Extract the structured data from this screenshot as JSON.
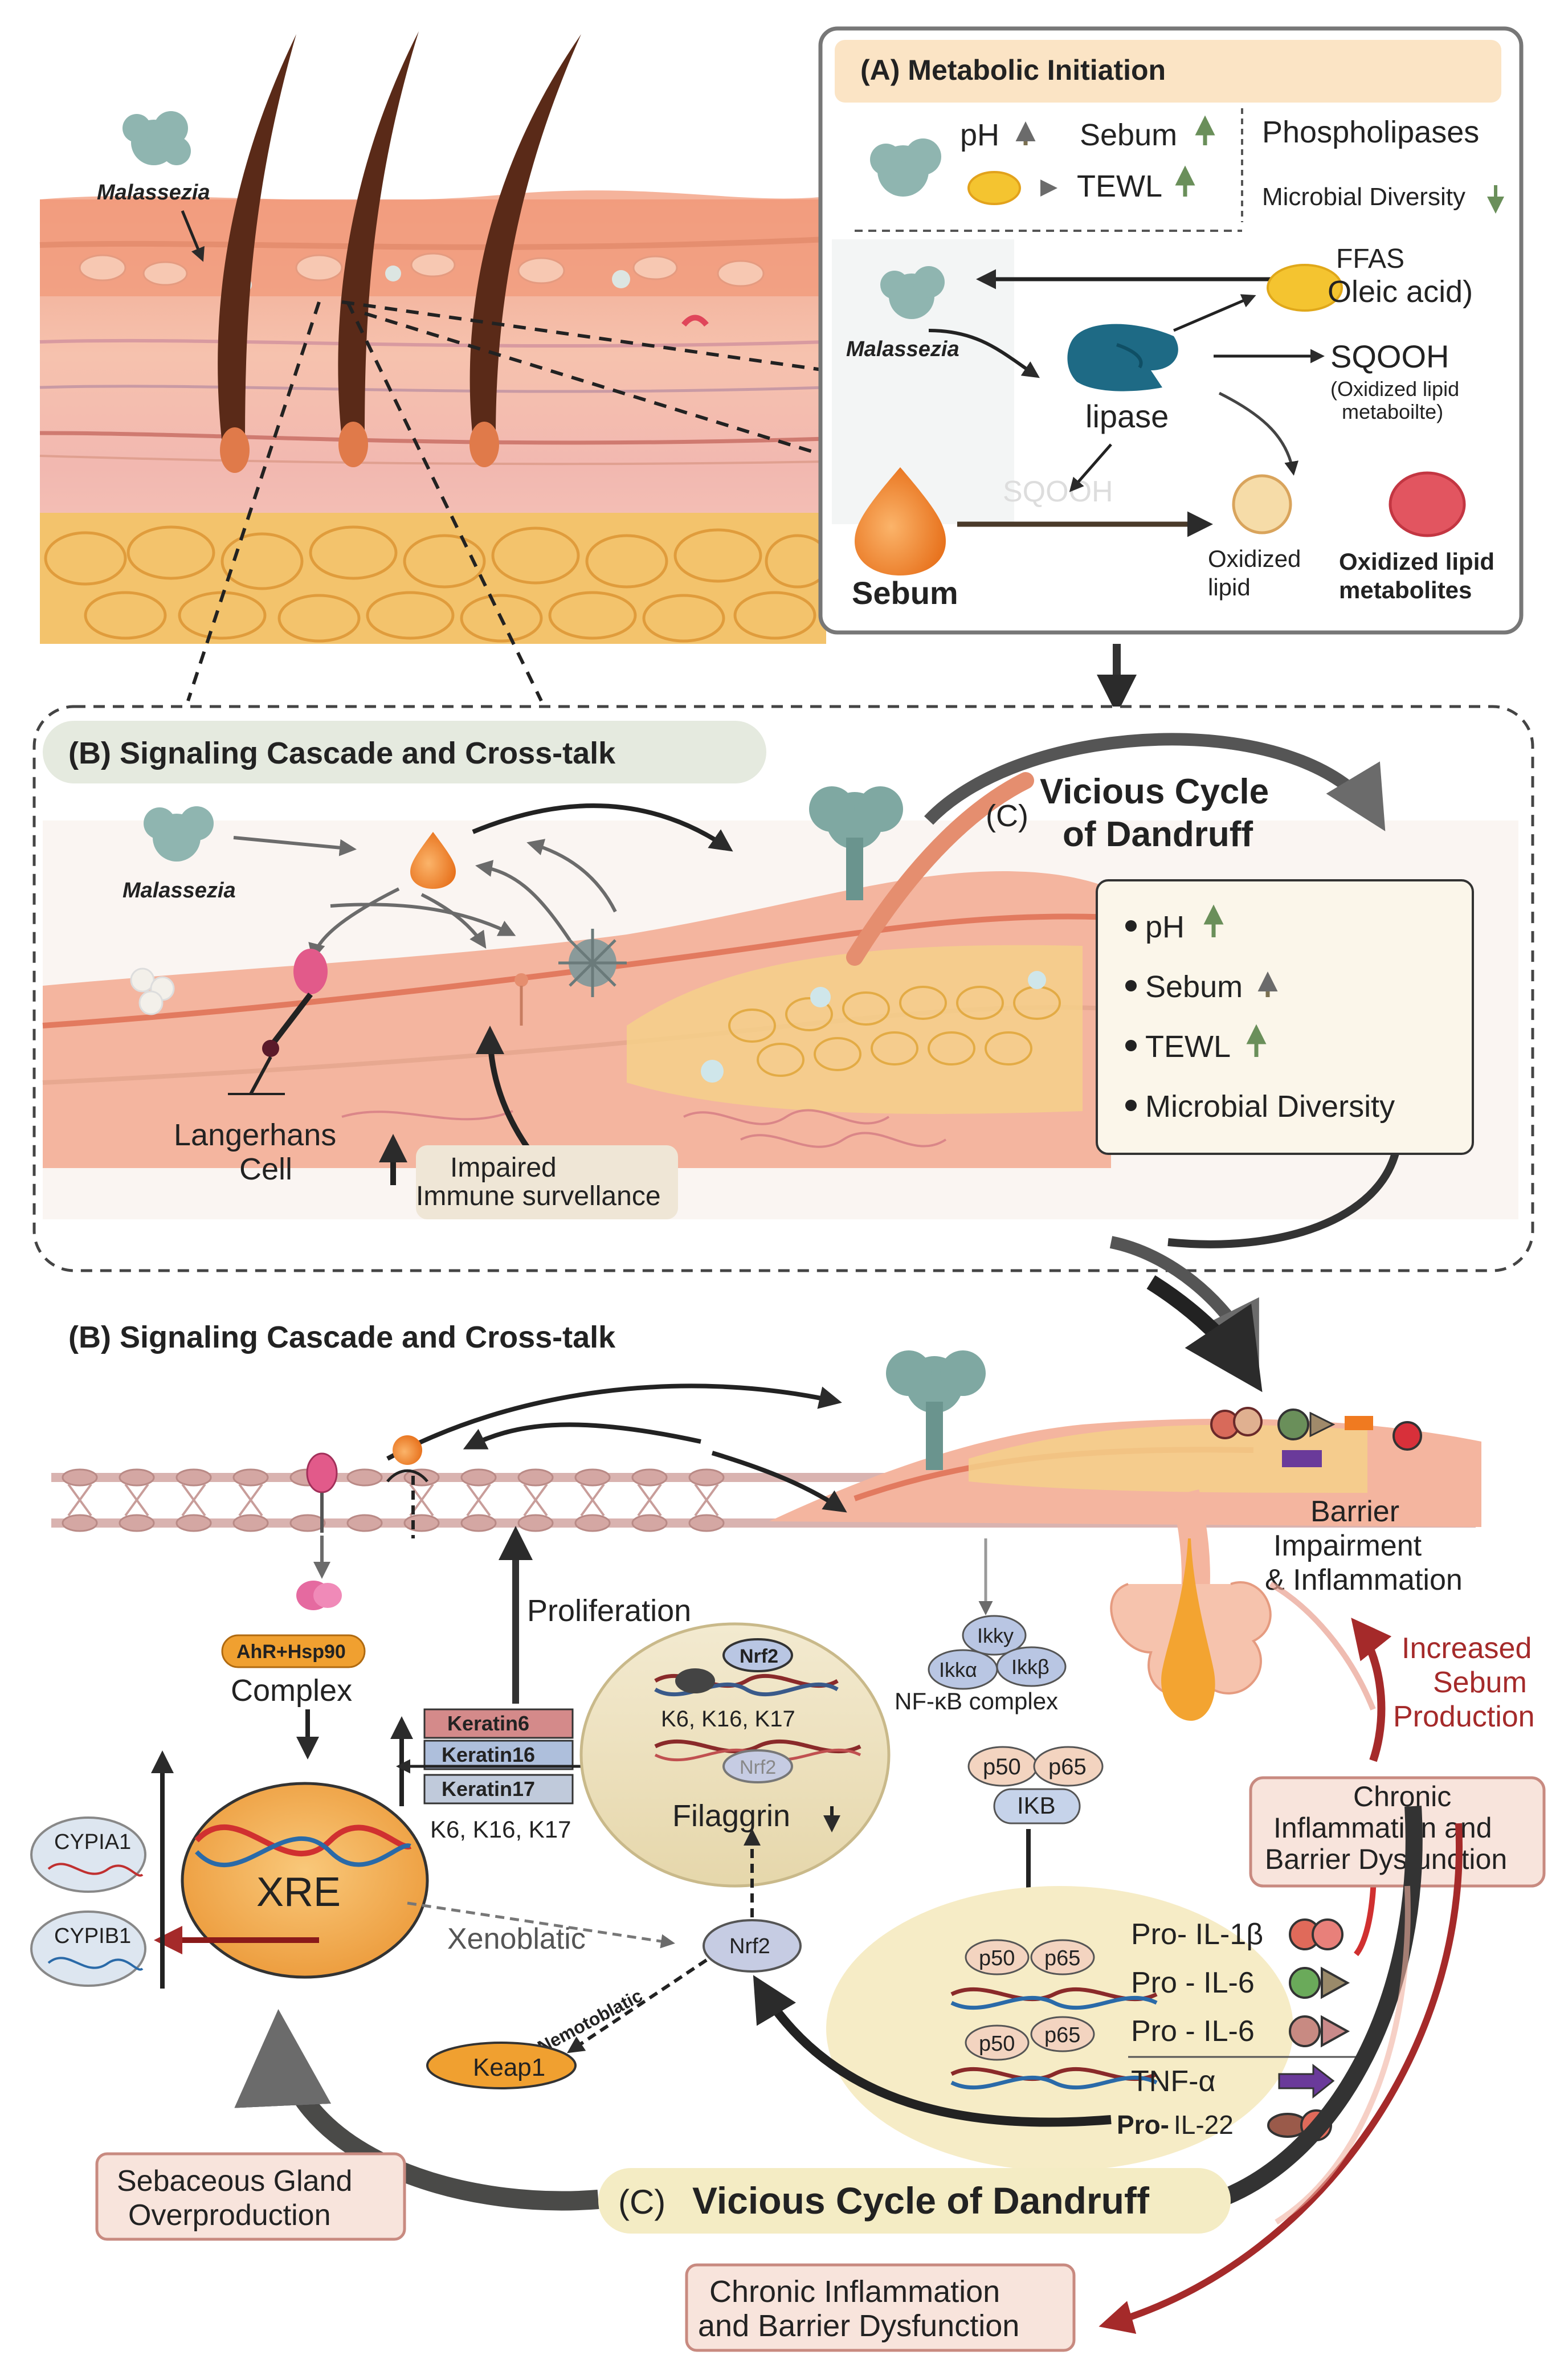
{
  "panel_a": {
    "title": "(A) Metabolic Initiation",
    "metrics": {
      "ph": "pH",
      "sebum": "Sebum",
      "tewl": "TEWL",
      "phospholipases": "Phospholipases",
      "microbial_diversity": "Microbial Diversity"
    },
    "malassezia": "Malassezia",
    "lipase": "lipase",
    "ffas": "FFAS",
    "oleic_acid": "Oleic acid)",
    "sqooh": "SQOOH",
    "sqooh_note_1": "(Oxidized lipid",
    "sqooh_note_2": "metaboilte)",
    "faint_text": "SQOOH",
    "sebum": "Sebum",
    "oxidized_lipid_1": "Oxidized",
    "oxidized_lipid_2": "lipid",
    "oxidized_metabolites_1": "Oxidized lipid",
    "oxidized_metabolites_2": "metabolites"
  },
  "skin_top": {
    "malassezia": "Malassezia"
  },
  "panel_b1": {
    "title": "(B) Signaling Cascade and Cross-talk",
    "malassezia": "Malassezia",
    "langerhans_1": "Langerhans",
    "langerhans_2": "Cell",
    "impaired_1": "Impaired",
    "impaired_2": "Immune survellance"
  },
  "panel_c1": {
    "title_prefix": "(C)",
    "title_1": "Vicious Cycle",
    "title_2": "of Dandruff",
    "items": [
      "pH",
      "Sebum",
      "TEWL",
      "Microbial Diversity"
    ]
  },
  "panel_b2": {
    "title": "(B) Signaling Cascade and Cross-talk",
    "ahr": "AhR+Hsp90",
    "complex": "Complex",
    "proliferation": "Proliferation",
    "keratins": [
      "Keratin6",
      "Keratin16",
      "Keratin17"
    ],
    "k_caption": "K6, K16, K17",
    "nucleus_nrf2": "Nrf2",
    "nucleus_k": "K6, K16, K17",
    "nucleus_nrf2_faint": "Nrf2",
    "filaggrin": "Filaggrin",
    "xre": "XRE",
    "cyp1a1": "CYPIA1",
    "cyp1b1": "CYPIB1",
    "xenoblatic": "Xenoblatic",
    "nemotoblatic": "Nemotoblatic",
    "keap1": "Keap1",
    "nrf2": "Nrf2",
    "ikky": "Ikky",
    "ikka": "Ikkα",
    "ikkb": "Ikkβ",
    "nfkb": "NF-κB complex",
    "p50": "p50",
    "p65": "p65",
    "ikb": "IKB",
    "barrier_1": "Barrier",
    "barrier_2": "Impairment",
    "barrier_3": "& Inflammation",
    "sebum_prod_1": "Increased",
    "sebum_prod_2": "Sebum",
    "sebum_prod_3": "Production",
    "chronic_box_1": "Chronic",
    "chronic_box_2": "Inflammation and",
    "chronic_box_3": "Barrier Dysfunction",
    "cytokines": [
      "Pro- IL-1β",
      "Pro - IL-6",
      "Pro - IL-6",
      "TNF-α"
    ],
    "il22_bold": "Pro-",
    "il22_rest": " IL-22",
    "sebaceous_1": "Sebaceous Gland",
    "sebaceous_2": "Overproduction",
    "cycle_prefix": "(C)",
    "cycle_title": "Vicious Cycle of Dandruff",
    "chronic_bottom_1": "Chronic Inflammation",
    "chronic_bottom_2": "and Barrier Dysfunction"
  },
  "colors": {
    "arrow_dark": "#2b2b2b",
    "arrow_grey": "#6b6b6b",
    "red_arrow": "#a52a2a",
    "skin_pink": "#f3b4a0",
    "fat_yellow": "#f4c15e",
    "malassezia": "#8fb5b0"
  }
}
